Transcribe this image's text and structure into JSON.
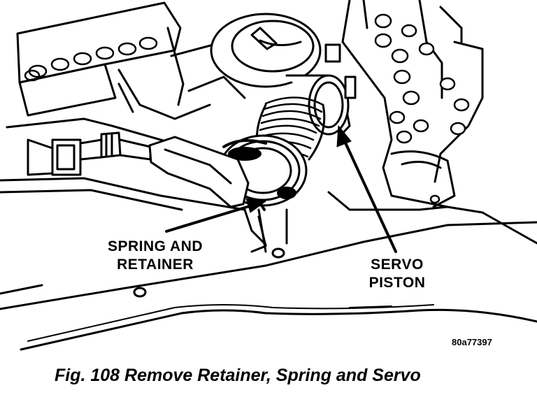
{
  "callouts": {
    "spring_line1": "SPRING AND",
    "spring_line2": "RETAINER",
    "servo_line1": "SERVO",
    "servo_line2": "PISTON"
  },
  "reference_code": "80a77397",
  "caption": "Fig. 108 Remove Retainer, Spring and Servo",
  "colors": {
    "ink": "#000000",
    "paper": "#ffffff"
  }
}
